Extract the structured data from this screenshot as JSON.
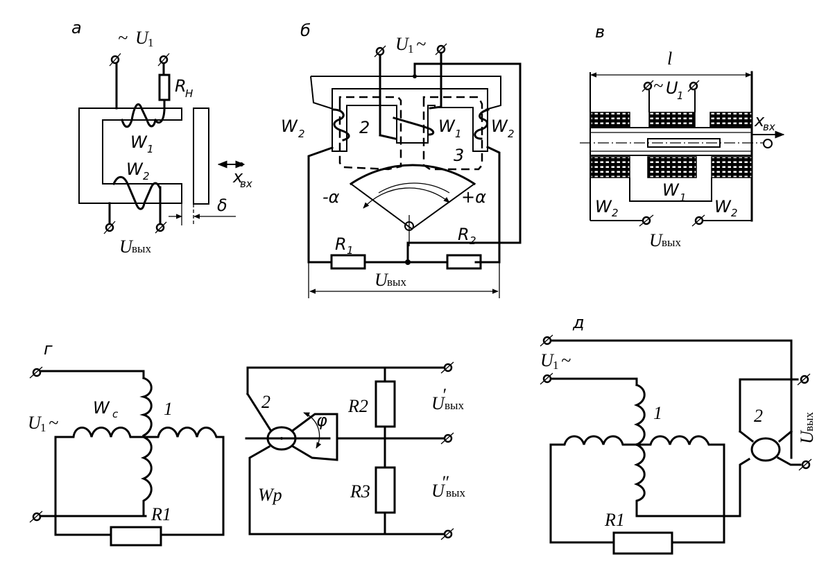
{
  "diagram": {
    "title": "Inductive and transformer displacement sensor circuits",
    "panels": [
      {
        "id": "a",
        "letter": "а",
        "labels": {
          "supply_tilde": "~",
          "supply_U": "U",
          "supply_sub": "1",
          "load_R": "R",
          "load_sub": "Н",
          "winding1": "W",
          "winding1_sub": "1",
          "winding2": "W",
          "winding2_sub": "2",
          "input": "x",
          "input_sub": "вх",
          "gap": "δ",
          "output_U": "U",
          "output_sub": "вых"
        }
      },
      {
        "id": "b",
        "letter": "б",
        "labels": {
          "supply_U": "U",
          "supply_sub": "1",
          "supply_tilde": "~",
          "winding2_left": "W",
          "winding2_left_sub": "2",
          "winding2_right": "W",
          "winding2_right_sub": "2",
          "winding1": "W",
          "winding1_sub": "1",
          "core2": "2",
          "core3": "3",
          "minus_alpha": "-α",
          "plus_alpha": "+α",
          "R1": "R",
          "R1_sub": "1",
          "R2": "R",
          "R2_sub": "2",
          "output_U": "U",
          "output_sub": "вых"
        }
      },
      {
        "id": "v",
        "letter": "в",
        "labels": {
          "length": "l",
          "supply_tilde": "~",
          "supply_U": "U",
          "supply_sub": "1",
          "input": "x",
          "input_sub": "вх",
          "winding1": "W",
          "winding1_sub": "1",
          "winding2_left": "W",
          "winding2_left_sub": "2",
          "winding2_right": "W",
          "winding2_right_sub": "2",
          "output_U": "U",
          "output_sub": "вых"
        }
      },
      {
        "id": "g",
        "letter": "г",
        "labels": {
          "winding_c": "W",
          "winding_c_sub": "c",
          "coil1": "1",
          "supply_U": "U",
          "supply_sub": "1",
          "supply_tilde": "~",
          "R1": "R1",
          "rotor2": "2",
          "phi": "φ",
          "winding_p": "Wp",
          "R2": "R2",
          "R3": "R3",
          "out1_U": "U",
          "out1_prime": "′",
          "out1_sub": "вых",
          "out2_U": "U",
          "out2_prime": "″",
          "out2_sub": "вых"
        }
      },
      {
        "id": "d",
        "letter": "д",
        "labels": {
          "supply_U": "U",
          "supply_sub": "1",
          "supply_tilde": "~",
          "coil1": "1",
          "rotor2": "2",
          "R1": "R1",
          "output_U": "U",
          "output_sub": "вых"
        }
      }
    ]
  }
}
